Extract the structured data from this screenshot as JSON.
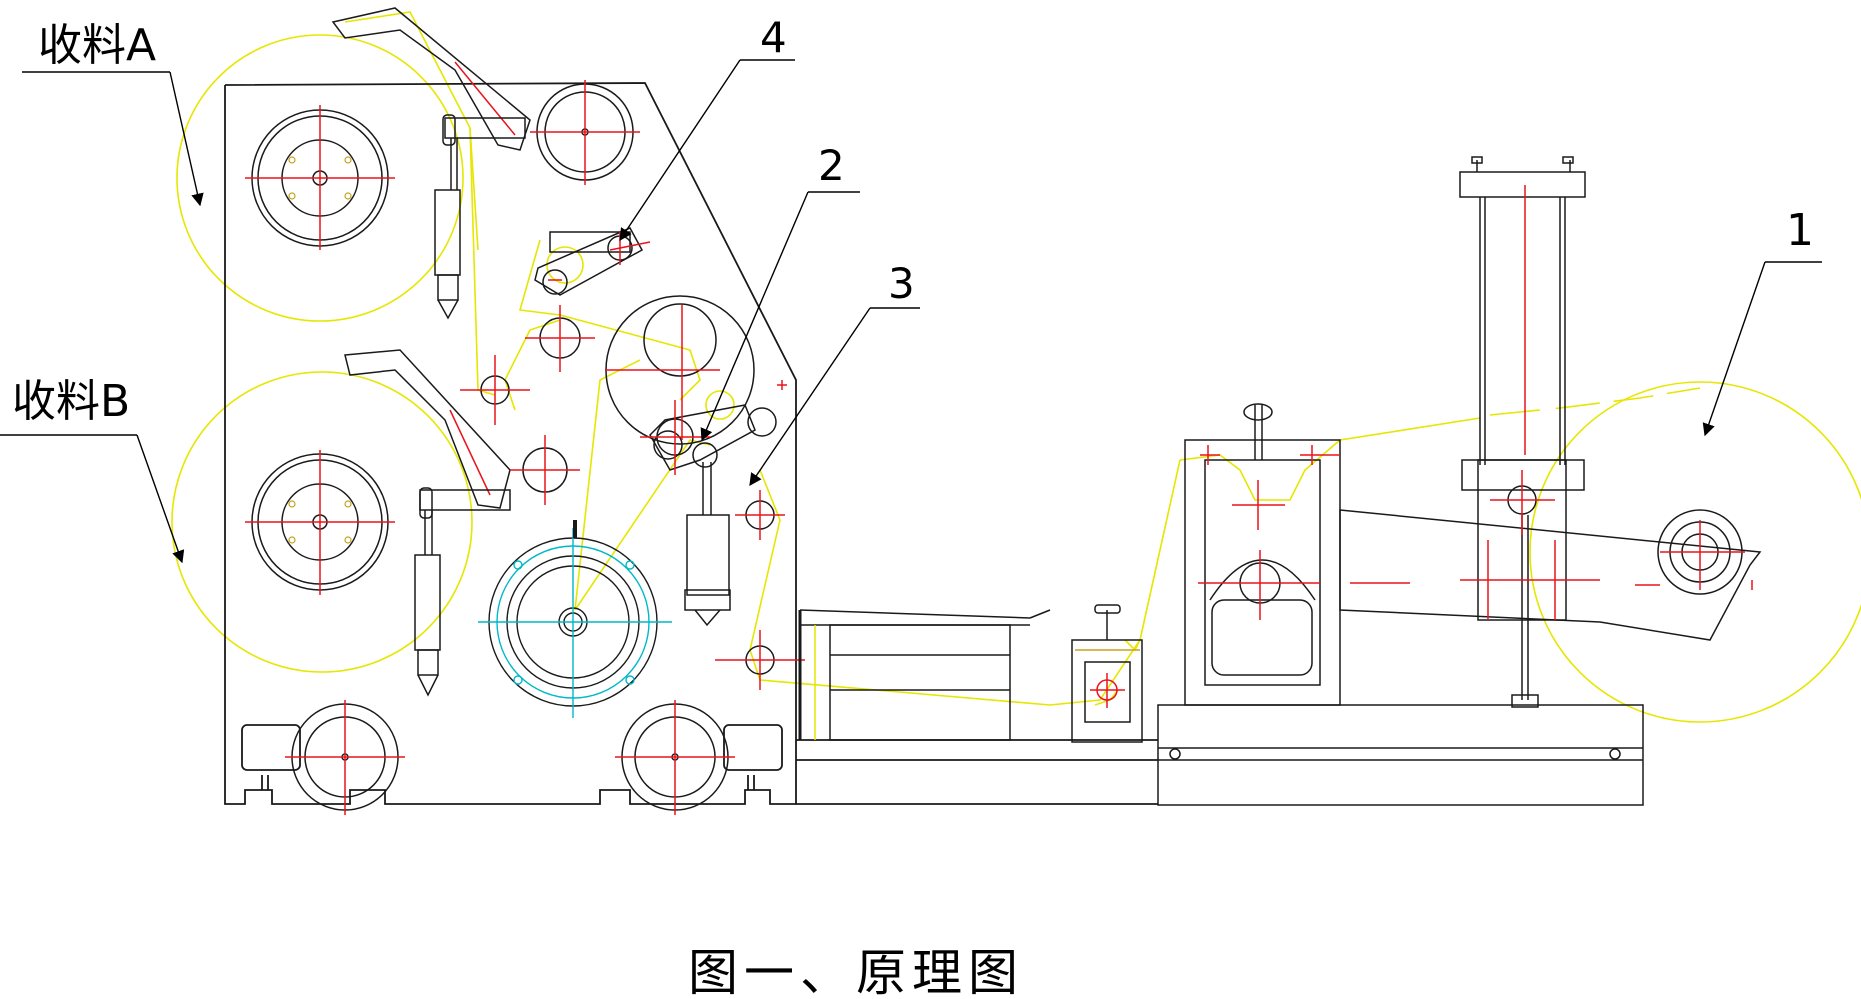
{
  "labels": {
    "take_up_a": "收料A",
    "take_up_b": "收料B",
    "callout_1": "1",
    "callout_2": "2",
    "callout_3": "3",
    "callout_4": "4"
  },
  "caption": "图一、原理图",
  "colors": {
    "outline": "#1a1a1a",
    "center_lines": "#e8141c",
    "web_path": "#e6e600",
    "drive_wheel": "#00b8c8",
    "hatch": "#c8a020"
  }
}
